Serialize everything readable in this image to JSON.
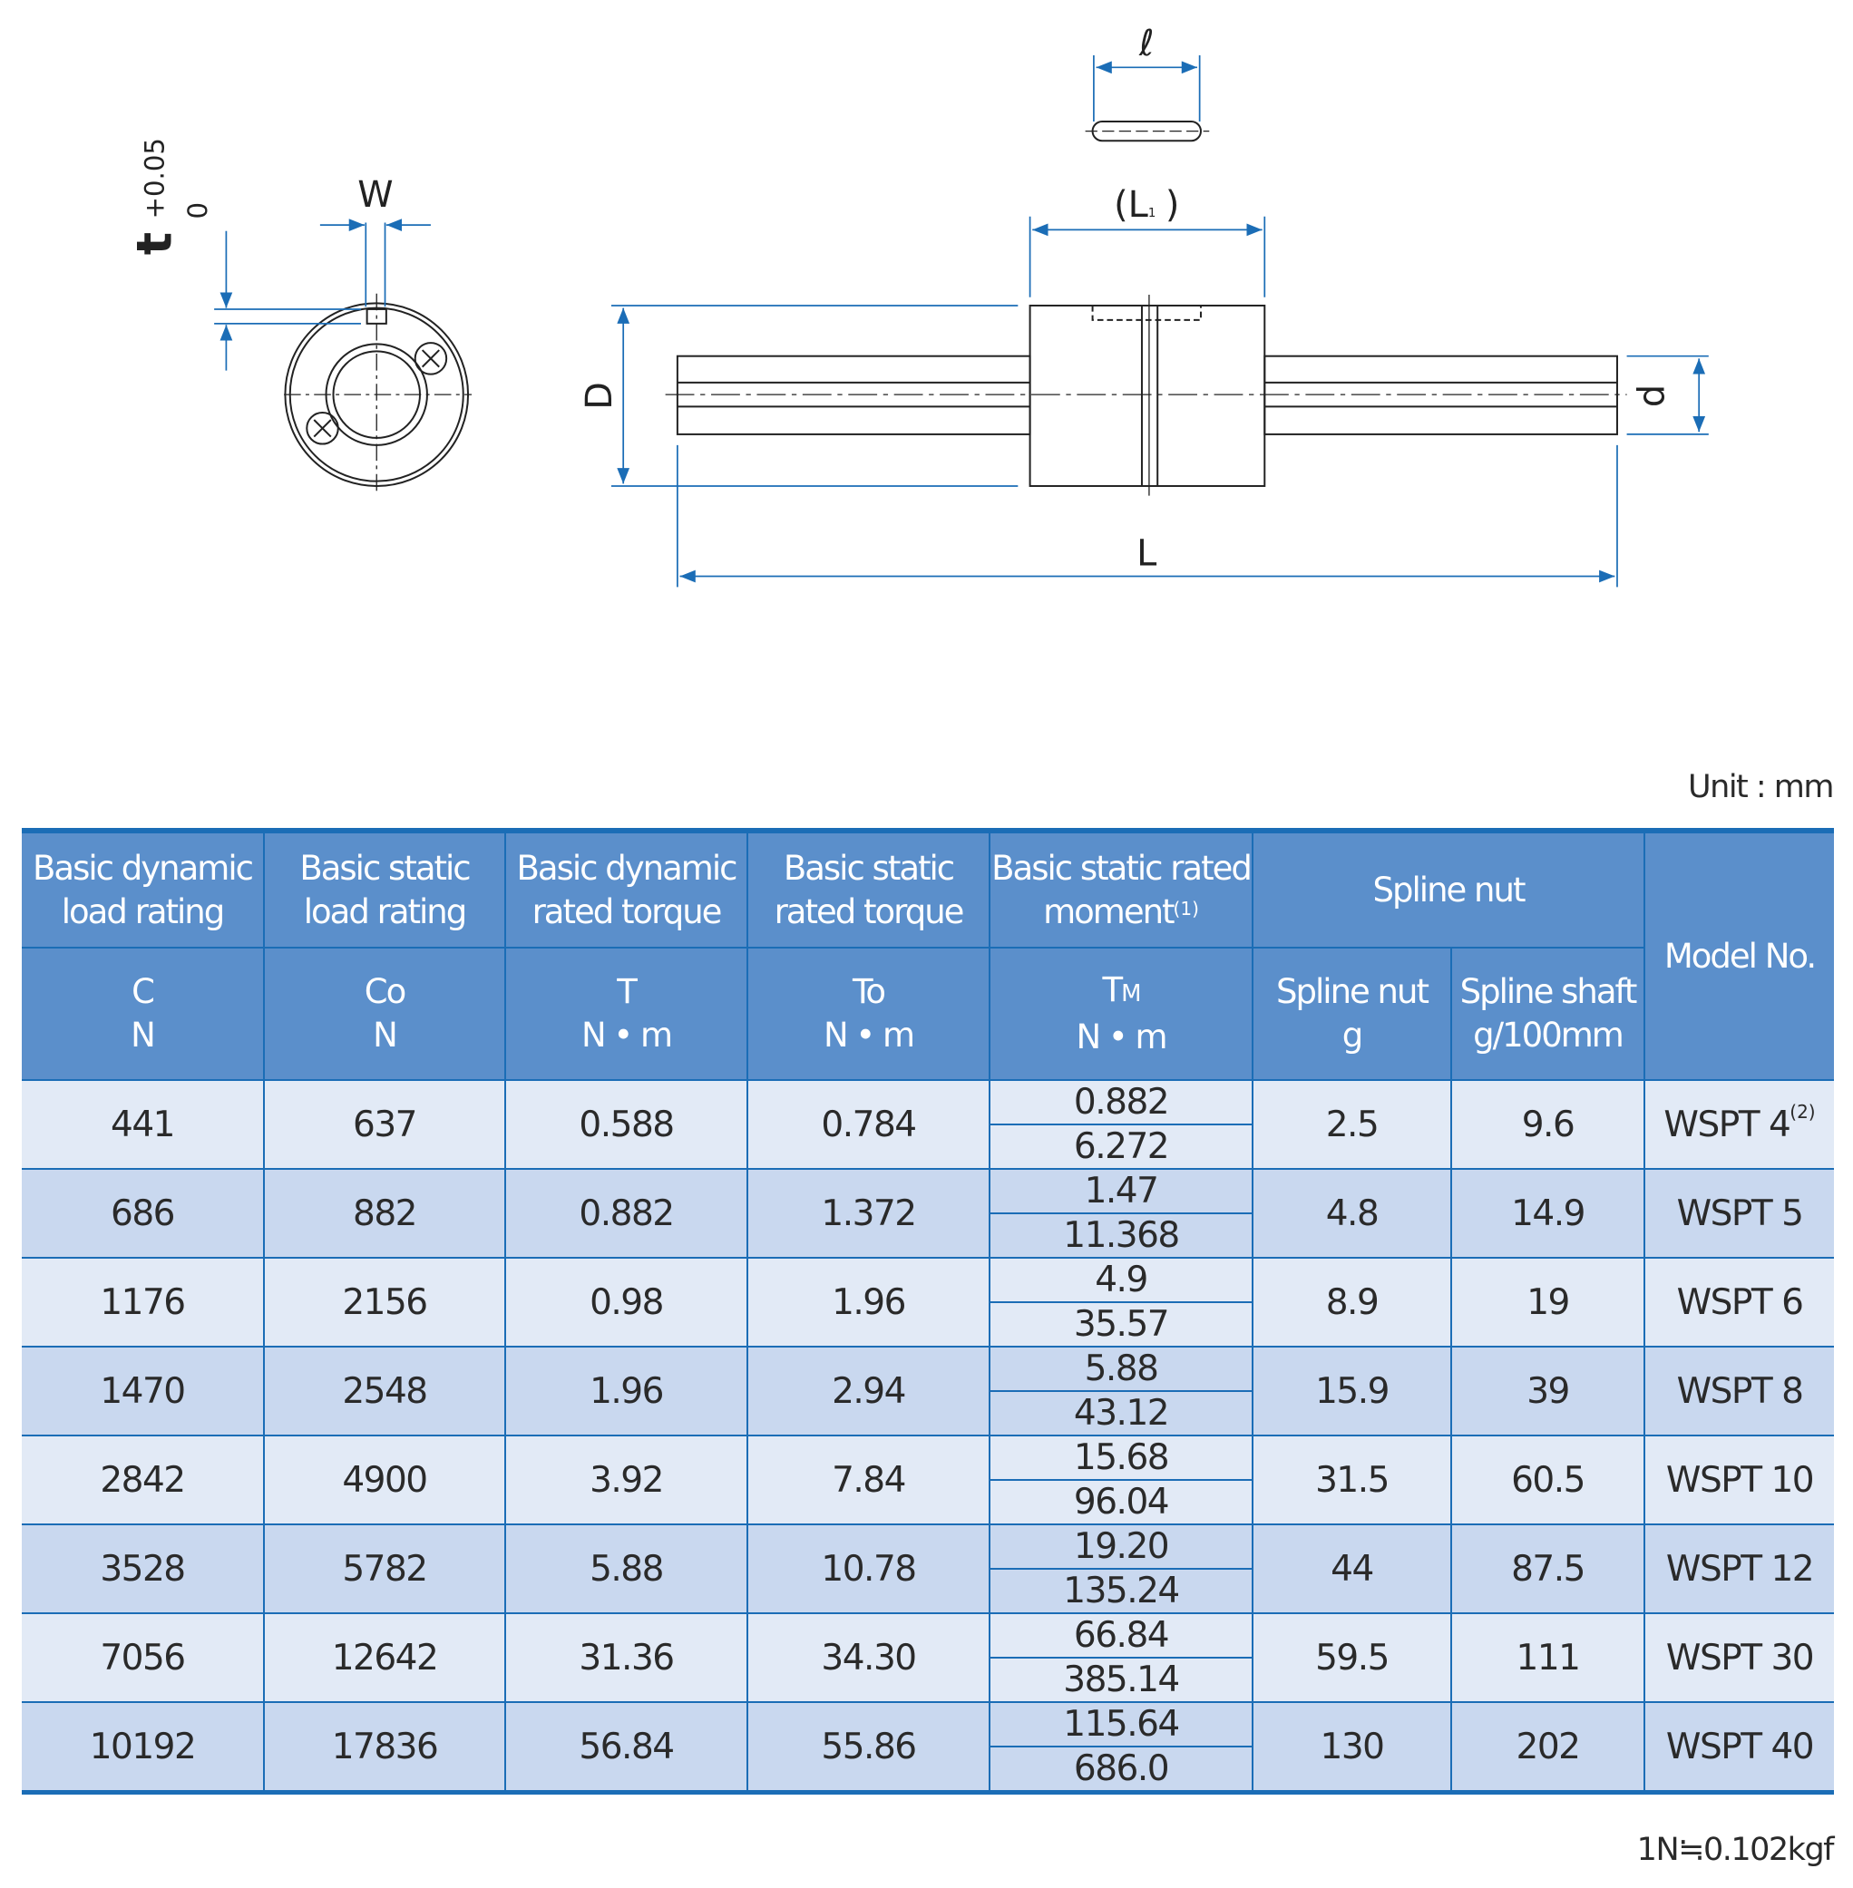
{
  "drawing": {
    "labels": {
      "ell": "ℓ",
      "W": "W",
      "t": "t",
      "t_tol_upper": "+0.05",
      "t_tol_lower": "0",
      "L1": "(L",
      "L1_sub": "1",
      "L1_close": ")",
      "D": "D",
      "d": "d",
      "L": "L"
    },
    "colors": {
      "dimension": "#1b6db6",
      "outline": "#222222"
    }
  },
  "unit_label": "Unit : mm",
  "footnote": "1N≒0.102kgf",
  "colors": {
    "header_bg": "#5b8fcb",
    "border": "#1b6db6",
    "row_odd": "#e2eaf6",
    "row_even": "#c9d8ef"
  },
  "header": {
    "c1": "Basic dynamic load rating",
    "c2": "Basic static load rating",
    "c3": "Basic dynamic rated torque",
    "c4": "Basic static rated torque",
    "c5": "Basic static rated moment",
    "c5_sup": "(1)",
    "c6": "Spline nut",
    "c7": "Model No.",
    "s1": "C",
    "u1": "N",
    "s2": "Co",
    "u2": "N",
    "s3": "T",
    "u3": "N • m",
    "s4": "To",
    "u4": "N • m",
    "s5": "T",
    "s5_sub": "M",
    "u5": "N • m",
    "s6": "Spline nut",
    "u6": "g",
    "s7": "Spline shaft",
    "u7": "g/100mm"
  },
  "rows": [
    {
      "C": "441",
      "Co": "637",
      "T": "0.588",
      "To": "0.784",
      "TM1": "0.882",
      "TM2": "6.272",
      "nut": "2.5",
      "shaft": "9.6",
      "model": "WSPT 4",
      "model_sup": "(2)"
    },
    {
      "C": "686",
      "Co": "882",
      "T": "0.882",
      "To": "1.372",
      "TM1": "1.47",
      "TM2": "11.368",
      "nut": "4.8",
      "shaft": "14.9",
      "model": "WSPT 5"
    },
    {
      "C": "1176",
      "Co": "2156",
      "T": "0.98",
      "To": "1.96",
      "TM1": "4.9",
      "TM2": "35.57",
      "nut": "8.9",
      "shaft": "19",
      "model": "WSPT 6"
    },
    {
      "C": "1470",
      "Co": "2548",
      "T": "1.96",
      "To": "2.94",
      "TM1": "5.88",
      "TM2": "43.12",
      "nut": "15.9",
      "shaft": "39",
      "model": "WSPT 8"
    },
    {
      "C": "2842",
      "Co": "4900",
      "T": "3.92",
      "To": "7.84",
      "TM1": "15.68",
      "TM2": "96.04",
      "nut": "31.5",
      "shaft": "60.5",
      "model": "WSPT 10"
    },
    {
      "C": "3528",
      "Co": "5782",
      "T": "5.88",
      "To": "10.78",
      "TM1": "19.20",
      "TM2": "135.24",
      "nut": "44",
      "shaft": "87.5",
      "model": "WSPT 12"
    },
    {
      "C": "7056",
      "Co": "12642",
      "T": "31.36",
      "To": "34.30",
      "TM1": "66.84",
      "TM2": "385.14",
      "nut": "59.5",
      "shaft": "111",
      "model": "WSPT 30"
    },
    {
      "C": "10192",
      "Co": "17836",
      "T": "56.84",
      "To": "55.86",
      "TM1": "115.64",
      "TM2": "686.0",
      "nut": "130",
      "shaft": "202",
      "model": "WSPT 40"
    }
  ]
}
